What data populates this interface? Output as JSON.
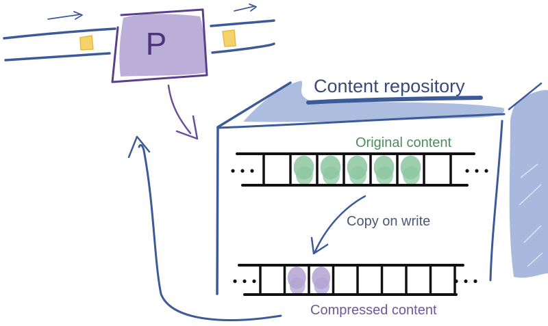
{
  "diagram": {
    "processor": {
      "label": "P"
    },
    "repository": {
      "title": "Content repository"
    },
    "original_strip": {
      "label": "Original content",
      "cells": [
        {
          "filled": false
        },
        {
          "filled": true
        },
        {
          "filled": true
        },
        {
          "filled": true
        },
        {
          "filled": true
        },
        {
          "filled": true
        },
        {
          "filled": false
        }
      ]
    },
    "copy_arrow": {
      "label": "Copy on write"
    },
    "compressed_strip": {
      "label": "Compressed content",
      "cells": [
        {
          "filled": false
        },
        {
          "filled": true
        },
        {
          "filled": true
        },
        {
          "filled": false
        },
        {
          "filled": false
        },
        {
          "filled": false
        },
        {
          "filled": false
        },
        {
          "filled": false
        }
      ]
    },
    "ellipsis": "· · ·",
    "colors": {
      "ink_blue": "#3d5a98",
      "highlight_blue": "#9fb1d9",
      "processor_fill": "#b4a6d6",
      "processor_stroke": "#5b3f8c",
      "packet_yellow": "#f6d36a",
      "original_green": "#8cc7a0",
      "original_label": "#4e8a5e",
      "compressed_purple": "#b2a3d3",
      "compressed_label": "#6a5a9a",
      "copy_label": "#4a5678"
    }
  }
}
